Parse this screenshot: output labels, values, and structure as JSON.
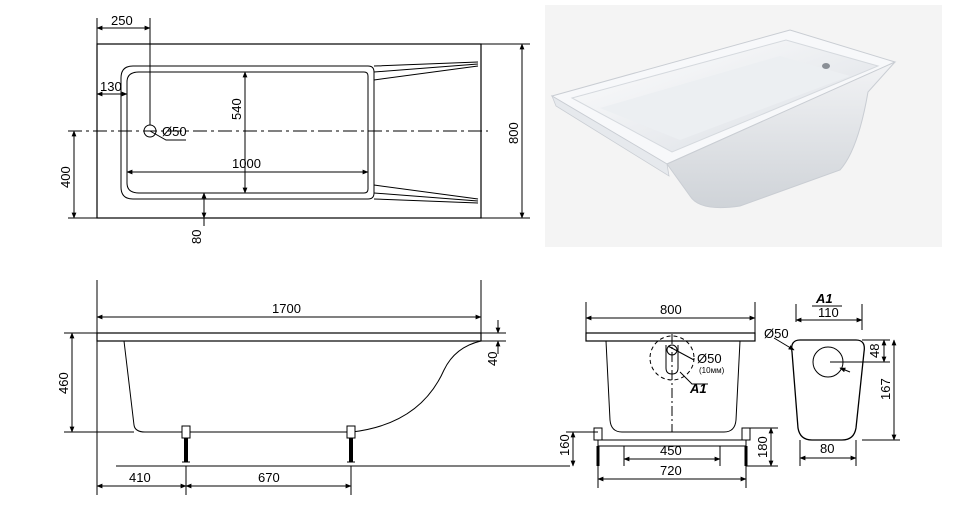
{
  "top_view": {
    "dim_250": "250",
    "dim_130": "130",
    "dim_540": "540",
    "dim_1000": "1000",
    "dim_400": "400",
    "dim_80": "80",
    "dim_800": "800",
    "drain": "Ø50"
  },
  "side_view": {
    "dim_1700": "1700",
    "dim_460": "460",
    "dim_40": "40",
    "dim_410": "410",
    "dim_670": "670"
  },
  "end_view": {
    "dim_800": "800",
    "drain": "Ø50",
    "drain_note": "(10мм)",
    "ref_a1": "A1",
    "dim_450": "450",
    "dim_720": "720",
    "dim_160": "160",
    "dim_180": "180"
  },
  "detail_a1": {
    "title": "A1",
    "dim_110": "110",
    "drain": "Ø50",
    "dim_48": "48",
    "dim_167": "167",
    "dim_80": "80"
  }
}
